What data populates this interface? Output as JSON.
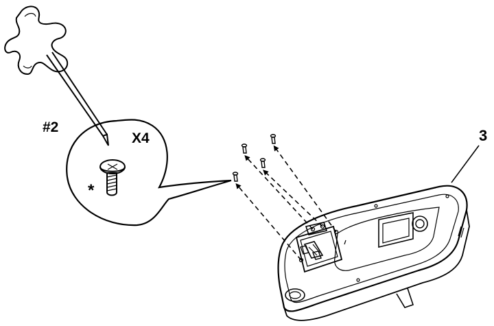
{
  "labels": {
    "screwdriver_size": "#2",
    "screw_quantity": "X4",
    "footnote_marker": "*",
    "part_number": "3"
  },
  "colors": {
    "line": "#000000",
    "fill": "#ffffff",
    "shade": "#d9d9d9"
  },
  "icons": {
    "tool": "tee-handle-screwdriver",
    "fastener": "phillips-screw",
    "device": "handheld-device-back"
  }
}
